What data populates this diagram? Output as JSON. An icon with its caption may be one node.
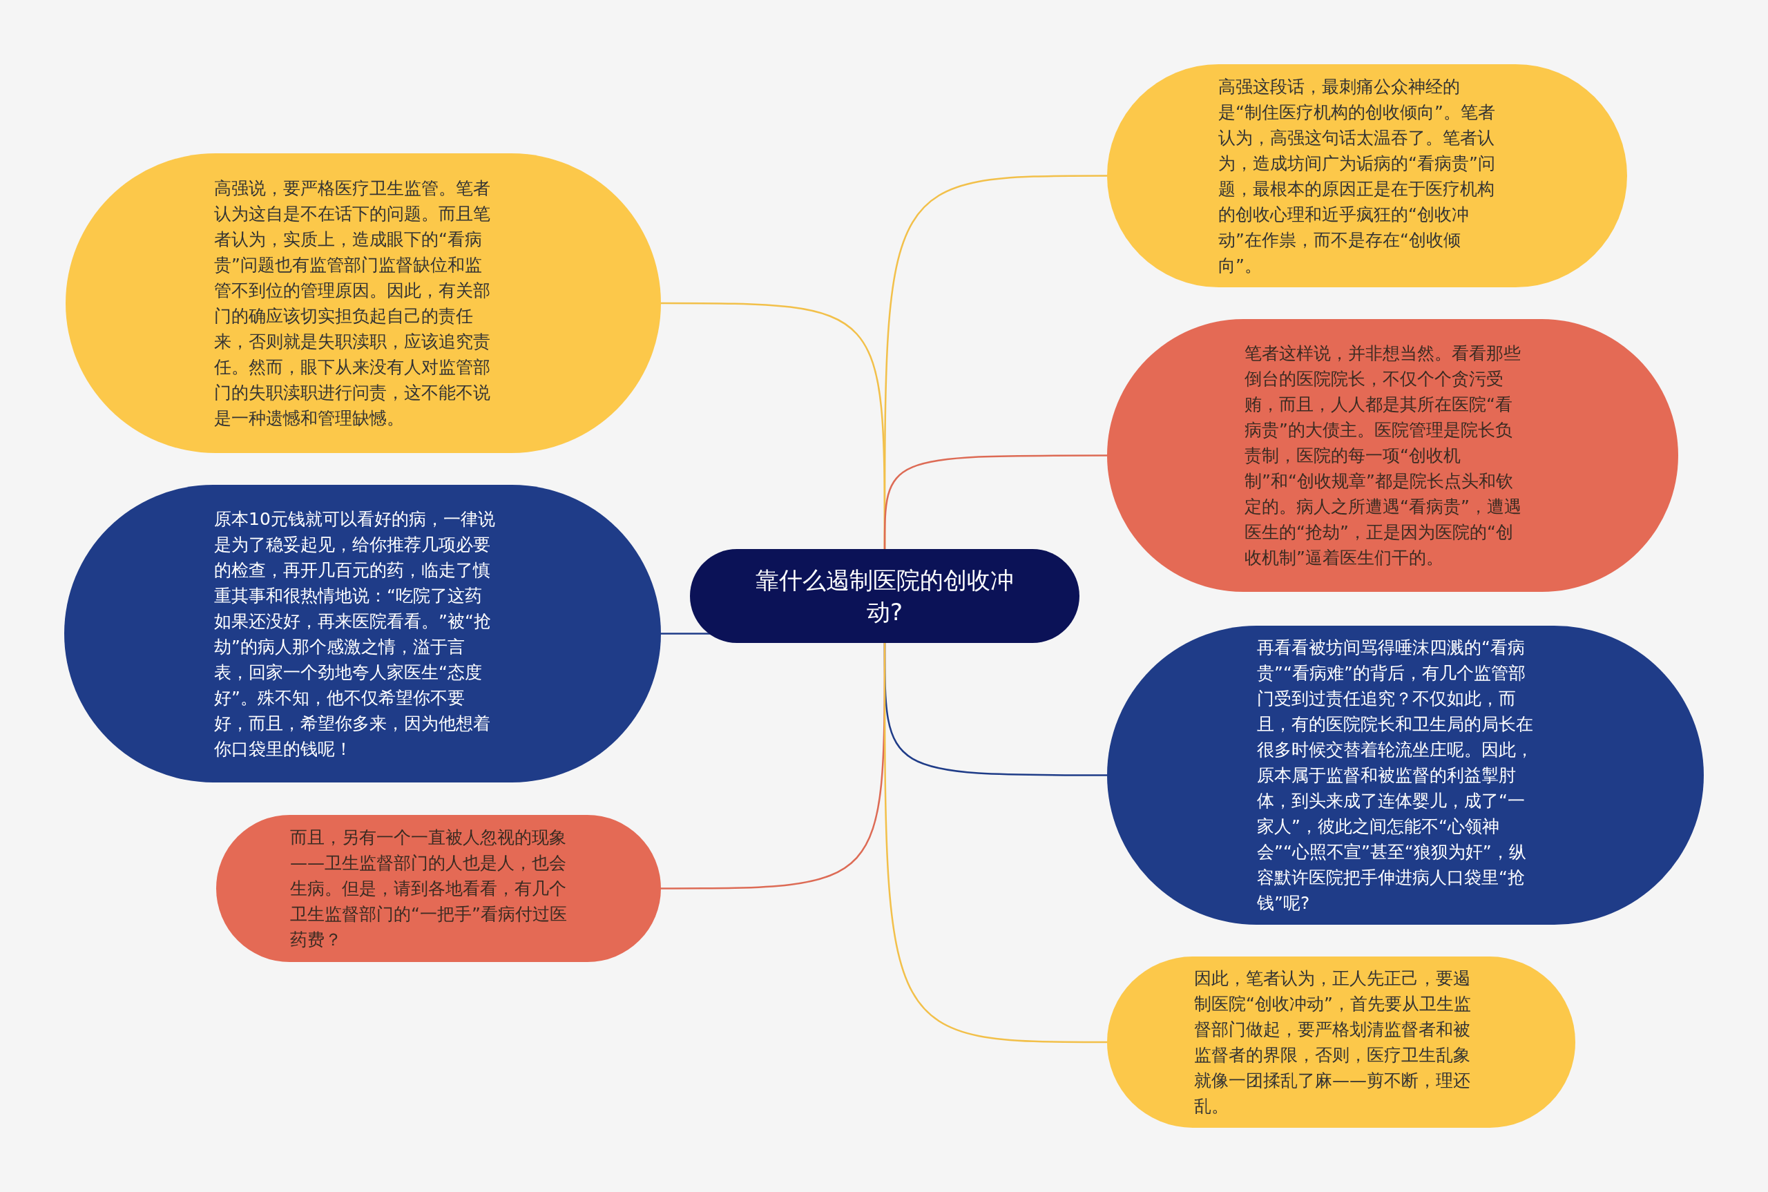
{
  "diagram": {
    "nodes": [
      {
        "text": [
          "靠什么遏制医院的创收冲动?"
        ]
      },
      {
        "text": [
          "高强说，要严格医疗卫生监管。笔者认为这自是不在话下的问题。而且笔者认为，实质上，造成眼下的“看病贵”问题也有监管部门监督缺位和监管不到位的管理原因。因此，有关部门的确应该切实担负起自己的责任来，否则就是失职渎职，应该追究责任。然而，眼下从来没有人对监管部门的失职渎职进行问责，这不能不说是一种遗憾和管理缺憾。"
        ]
      },
      {
        "text": [
          "原本10元钱就可以看好的病，一律说是为了稳妥起见，给你推荐几项必要的检查，再开几百元的药，临走了慎重其事和很热情地说：“吃院了这药如果还没好，再来医院看看。”被“抢劫”的病人那个感激之情，溢于言表，回家一个劲地夸人家医生“态度好”。殊不知，他不仅希望你不要好，而且，希望你多来，因为他想着你口袋里的钱呢！"
        ]
      },
      {
        "text": [
          "而且，另有一个一直被人忽视的现象——卫生监督部门的人也是人，也会生病。但是，请到各地看看，有几个卫生监督部门的“一把手”看病付过医药费？"
        ]
      },
      {
        "text": [
          "高强这段话，最刺痛公众神经的是“制住医疗机构的创收倾向”。笔者认为，高强这句话太温吞了。笔者认为，造成坊间广为诟病的“看病贵”问题，最根本的原因正是在于医疗机构的创收心理和近乎疯狂的“创收冲动”在作祟，而不是存在“创收倾向”。"
        ]
      },
      {
        "text": [
          "笔者这样说，并非想当然。看看那些倒台的医院院长，不仅个个贪污受贿，而且，人人都是其所在医院“看病贵”的大债主。医院管理是院长负责制，医院的每一项“创收机制”和“创收规章”都是院长点头和钦定的。病人之所遭遇“看病贵”，遭遇医生的“抢劫”，正是因为医院的“创收机制”逼着医生们干的。"
        ]
      },
      {
        "text": [
          "再看看被坊间骂得唾沫四溅的“看病贵”“看病难”的背后，有几个监管部门受到过责任追究？不仅如此，而且，有的医院院长和卫生局的局长在很多时候交替着轮流坐庄呢。因此，原本属于监督和被监督的利益掣肘体，到头来成了连体婴儿，成了“一家人”，彼此之间怎能不“心领神会”“心照不宣”甚至“狼狈为奸”，纵容默许医院把手伸进病人口袋里“抢钱”呢?"
        ]
      },
      {
        "text": [
          "因此，笔者认为，正人先正己，要遏制医院“创收冲动”，首先要从卫生监督部门做起，要严格划清监督者和被监督者的界限，否则，医疗卫生乱象就像一团揉乱了麻——剪不断，理还乱。"
        ]
      }
    ],
    "edges": [
      {
        "from": 0,
        "to": 1,
        "arrow": "none"
      },
      {
        "from": 0,
        "to": 2,
        "arrow": "none",
        "color": "#1f3c88"
      },
      {
        "from": 0,
        "to": 3,
        "arrow": "none",
        "color": "#dd6b55"
      },
      {
        "from": 0,
        "to": 4,
        "arrow": "none"
      },
      {
        "from": 0,
        "to": 5,
        "arrow": "none",
        "color": "#dd6b55"
      },
      {
        "from": 0,
        "to": 6,
        "arrow": "none",
        "color": "#1f3c88"
      },
      {
        "from": 0,
        "to": 7,
        "arrow": "none"
      }
    ]
  }
}
